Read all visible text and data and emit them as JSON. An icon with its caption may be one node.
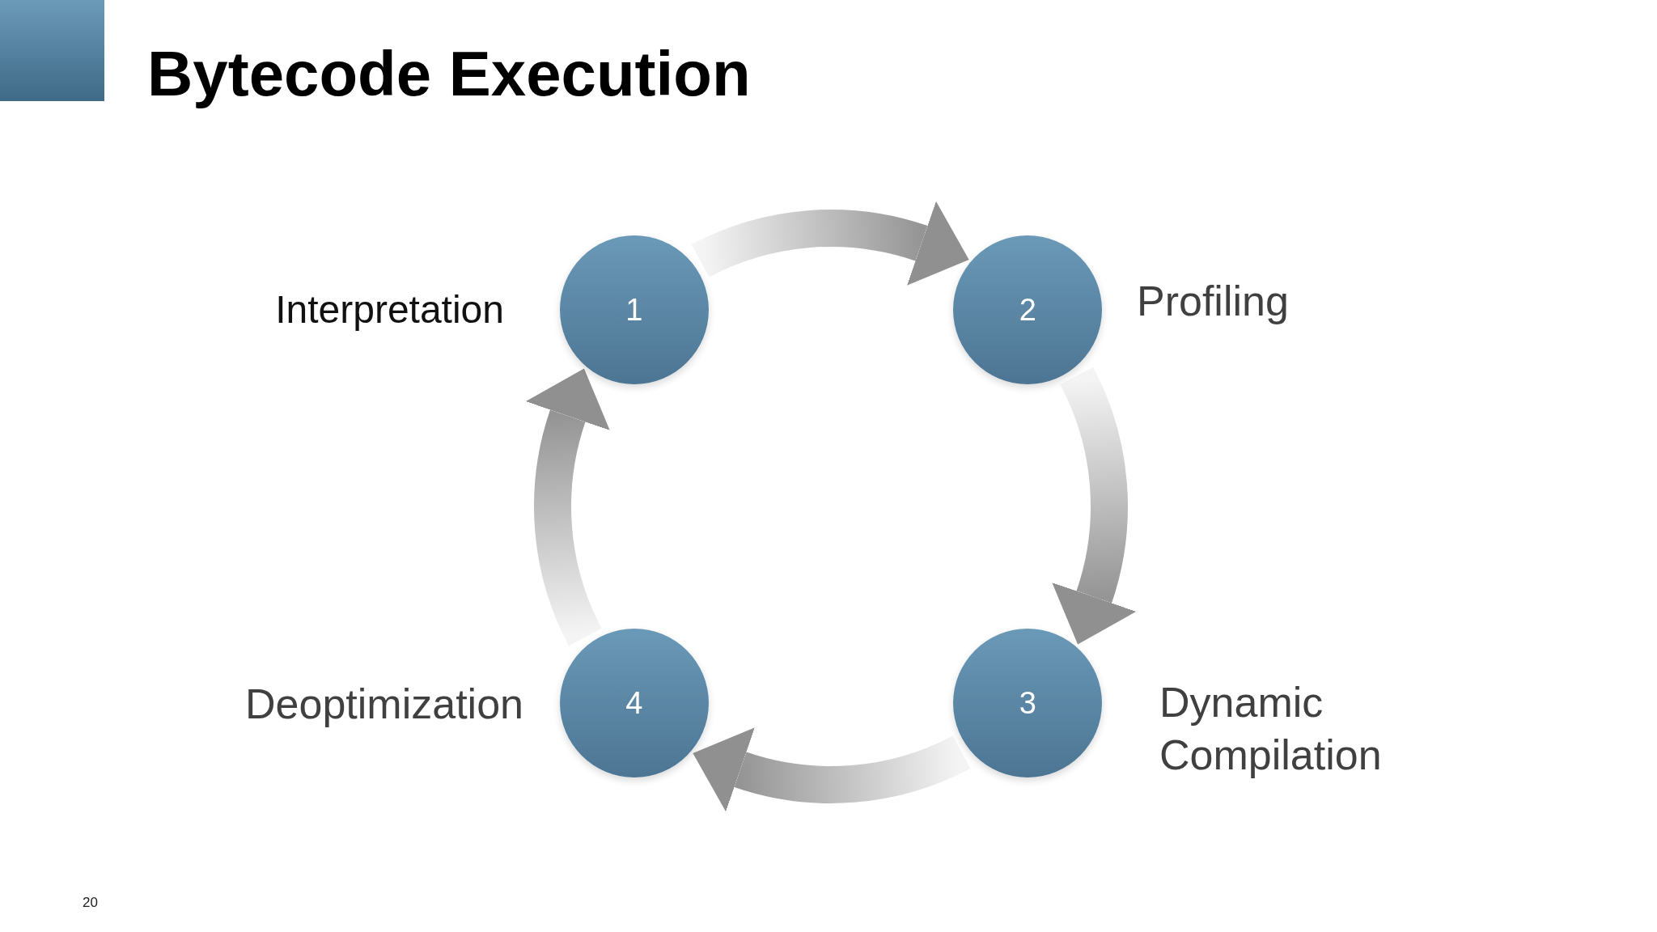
{
  "diagram": {
    "title": "Bytecode Execution",
    "nodes": [
      {
        "text": [
          "1"
        ],
        "beside": [
          "Interpretation"
        ]
      },
      {
        "text": [
          "2"
        ],
        "beside": [
          "Profiling"
        ]
      },
      {
        "text": [
          "3"
        ],
        "beside": [
          "Dynamic Compilation"
        ]
      },
      {
        "text": [
          "4"
        ],
        "beside": [
          "Deoptimization"
        ]
      }
    ],
    "edges": [
      {
        "from": 0,
        "to": 1,
        "arrow": "to",
        "style": "thick"
      },
      {
        "from": 1,
        "to": 2,
        "arrow": "to",
        "style": "thick"
      },
      {
        "from": 2,
        "to": 3,
        "arrow": "to",
        "style": "thick"
      },
      {
        "from": 3,
        "to": 0,
        "arrow": "to",
        "style": "thick"
      }
    ],
    "labels": [
      "20"
    ]
  }
}
